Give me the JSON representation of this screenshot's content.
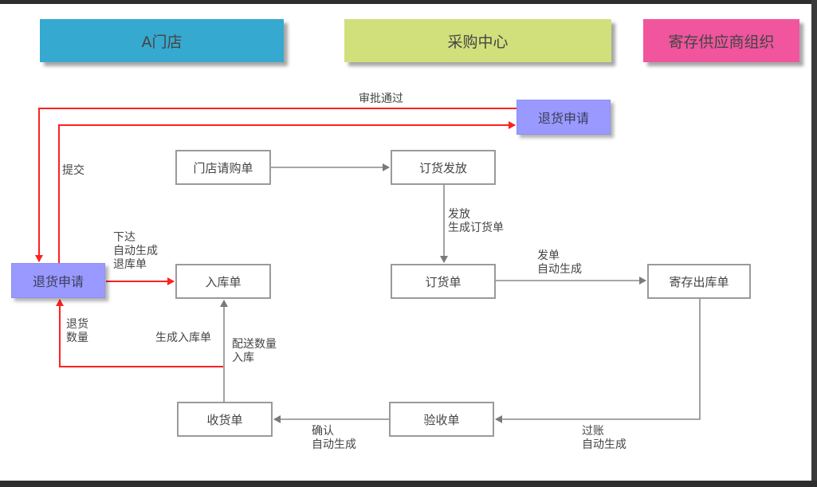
{
  "colors": {
    "lane_store": "#36a9d0",
    "lane_purchase": "#d1e07b",
    "lane_supplier": "#f0559e",
    "return_node": "#9999ff",
    "red_flow": "#ff2020",
    "gray_flow": "#8a8a8a"
  },
  "lanes": [
    {
      "id": "store",
      "label": "A门店"
    },
    {
      "id": "purchase",
      "label": "采购中心"
    },
    {
      "id": "supplier",
      "label": "寄存供应商组织"
    }
  ],
  "nodes": {
    "return_request_top": "退货申请",
    "return_request_left": "退货申请",
    "store_requisition": "门店请购单",
    "order_release": "订货发放",
    "order_form": "订货单",
    "consignment_outbound": "寄存出库单",
    "inbound_form": "入库单",
    "receipt_form": "收货单",
    "inspection_form": "验收单"
  },
  "edge_labels": {
    "approved": "审批通过",
    "submit": "提交",
    "issue_auto_return": "下达\n自动生成\n退库单",
    "return_qty": "退货\n数量",
    "generate_inbound": "生成入库单",
    "delivery_qty_inbound": "配送数量\n入库",
    "release_generate_order": "发放\n生成订货单",
    "dispatch_auto": "发单\n自动生成",
    "posting_auto": "过账\n自动生成",
    "confirm_auto": "确认\n自动生成"
  }
}
